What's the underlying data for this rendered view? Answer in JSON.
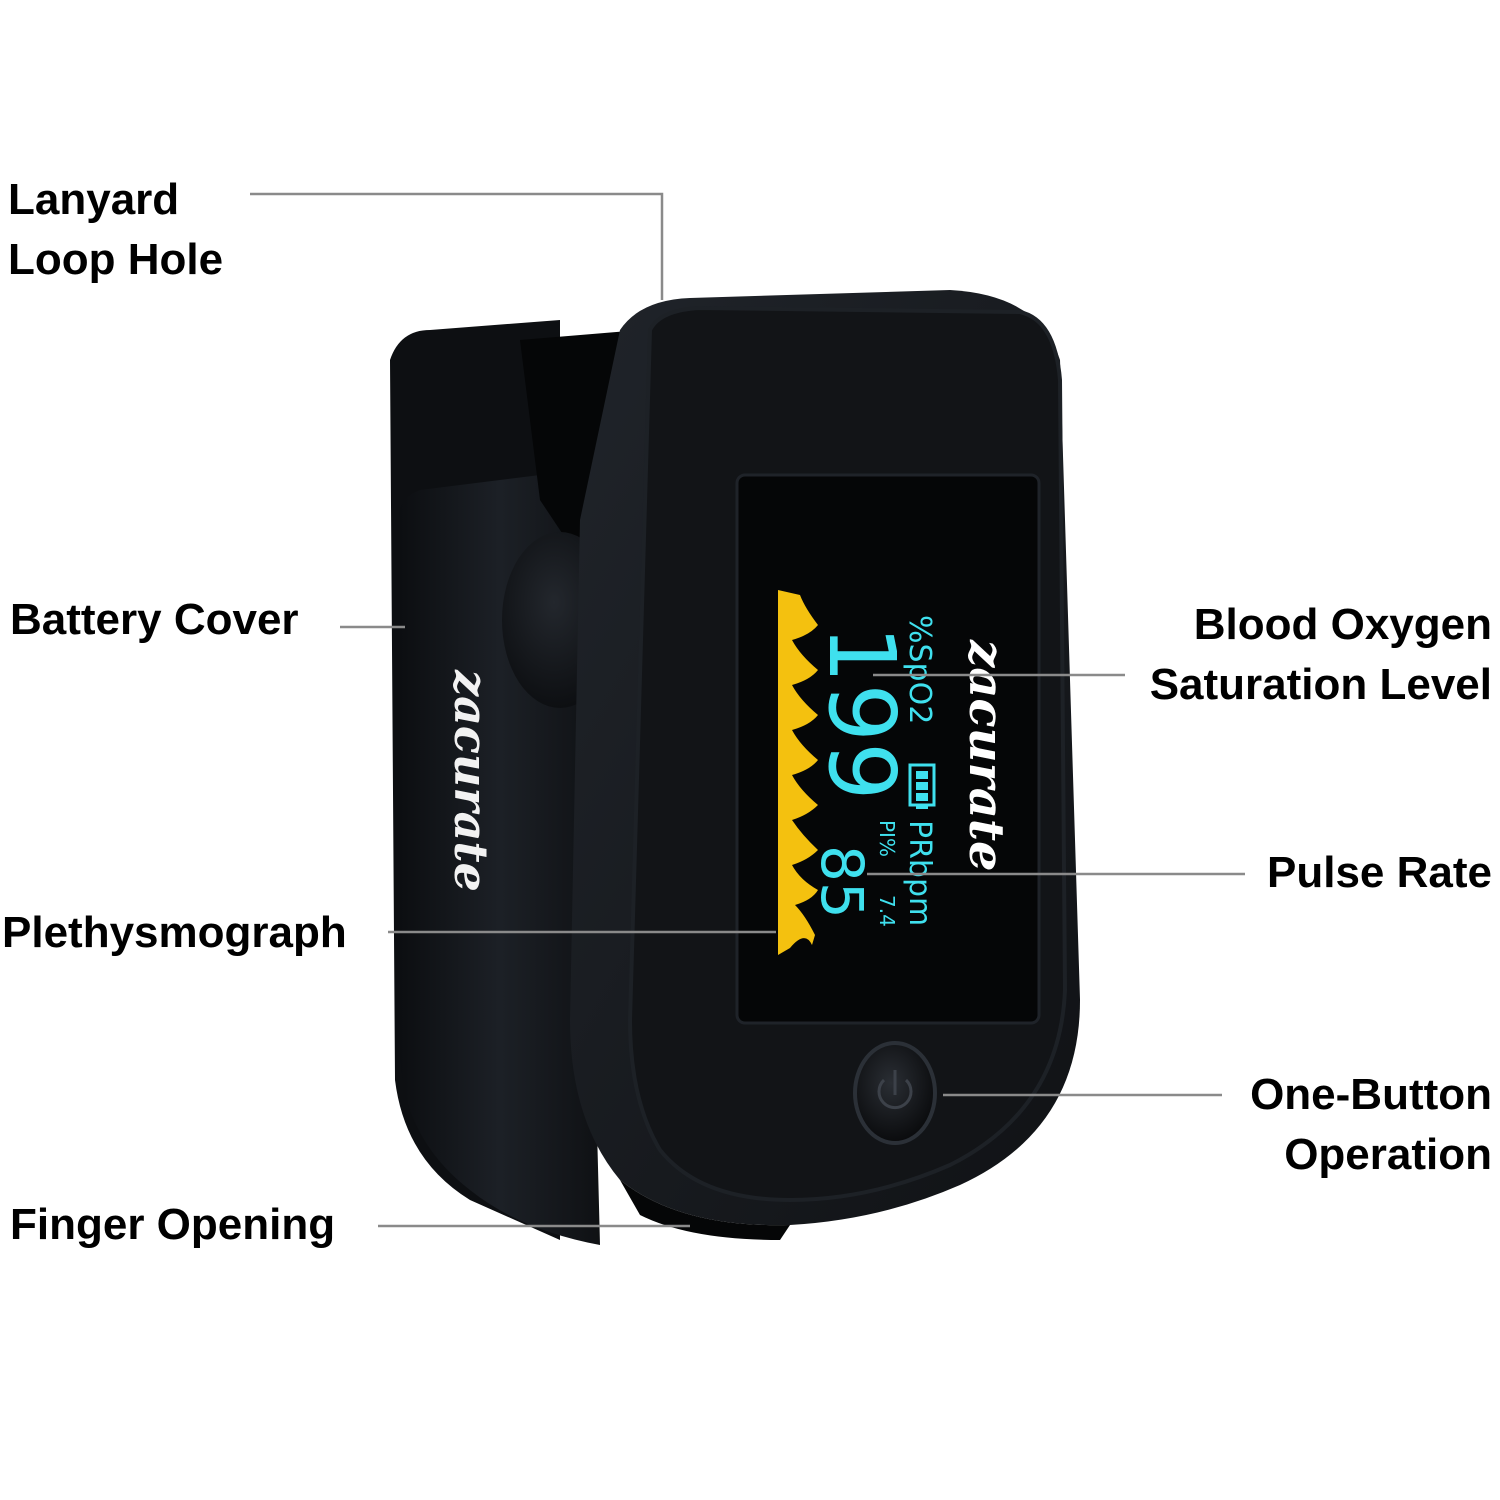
{
  "callouts": {
    "lanyard": [
      "Lanyard",
      "Loop Hole"
    ],
    "battery_cover": "Battery Cover",
    "plethysmograph": "Plethysmograph",
    "finger_opening": "Finger Opening",
    "blood_oxygen": [
      "Blood Oxygen",
      "Saturation Level"
    ],
    "pulse_rate": "Pulse Rate",
    "one_button": [
      "One-Button",
      "Operation"
    ]
  },
  "display": {
    "spo2_value": "99",
    "spo2_prefix_digit": "1",
    "spo2_label": "%SpO2",
    "pr_label": "PRbpm",
    "pr_value": "85",
    "pi_label": "PI%",
    "pi_value": "7.4"
  },
  "brand": {
    "logo_text": "zacurate"
  },
  "colors": {
    "device_body": "#15181c",
    "screen_bg": "#000000",
    "screen_text": "#3fe0ee",
    "pleth": "#f4c10f",
    "logo": "#f2cd2d",
    "leader_line": "#8a8a8a"
  }
}
